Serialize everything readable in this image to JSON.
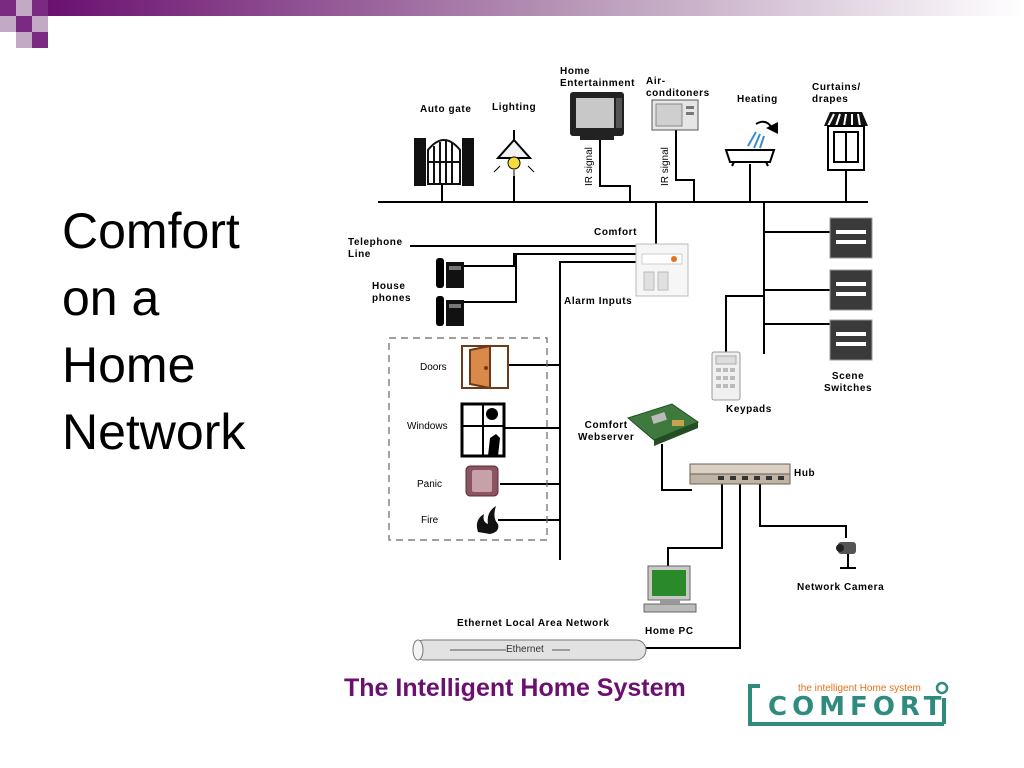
{
  "slide": {
    "title_lines": [
      "Comfort",
      "on a",
      "Home",
      "Network"
    ],
    "tagline": "The Intelligent Home System",
    "colors": {
      "accent": "#6b1070",
      "logo_green": "#2e8b7e",
      "logo_orange": "#e8701a"
    }
  },
  "logo": {
    "sub": "the intelligent Home system",
    "word": "COMFORT"
  },
  "diagram": {
    "top_devices": {
      "auto_gate": "Auto gate",
      "lighting": "Lighting",
      "home_entertainment": "Home\nEntertainment",
      "air_conditioners": "Air-\nconditoners",
      "heating": "Heating",
      "curtains": "Curtains/\ndrapes"
    },
    "ir_signal": "IR signal",
    "comfort": "Comfort",
    "telephone_line": "Telephone\nLine",
    "house_phones": "House\nphones",
    "alarm_inputs": "Alarm Inputs",
    "sensors": {
      "doors": "Doors",
      "windows": "Windows",
      "panic": "Panic",
      "fire": "Fire"
    },
    "webserver": "Comfort\nWebserver",
    "hub": "Hub",
    "keypads": "Keypads",
    "scene_switches": "Scene\nSwitches",
    "network_camera": "Network Camera",
    "home_pc": "Home PC",
    "lan": "Ethernet Local Area Network",
    "ethernet": "Ethernet"
  }
}
